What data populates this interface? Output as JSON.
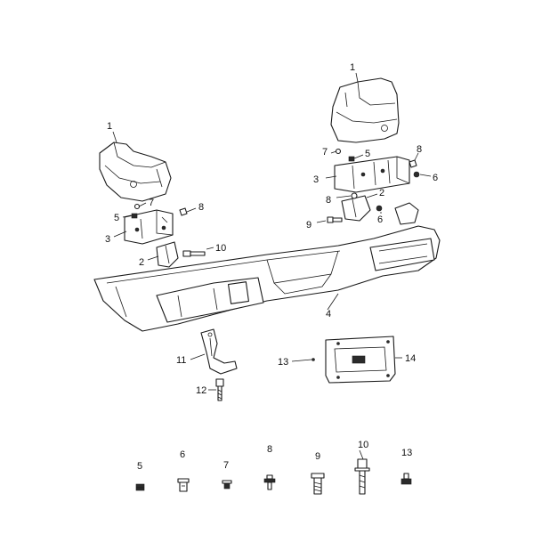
{
  "callouts": {
    "c1a": "1",
    "c1b": "1",
    "c7a": "7",
    "c8a": "8",
    "c5a": "5",
    "c3a": "3",
    "c2a": "2",
    "c10a": "10",
    "c7b": "7",
    "c5b": "5",
    "c8b": "8",
    "c3b": "3",
    "c6b": "6",
    "c8c": "8",
    "c2b": "2",
    "c9b": "9",
    "c6c": "6",
    "c4": "4",
    "c11": "11",
    "c12": "12",
    "c13": "13",
    "c14": "14"
  },
  "legend": [
    "5",
    "6",
    "7",
    "8",
    "9",
    "10",
    "13"
  ]
}
